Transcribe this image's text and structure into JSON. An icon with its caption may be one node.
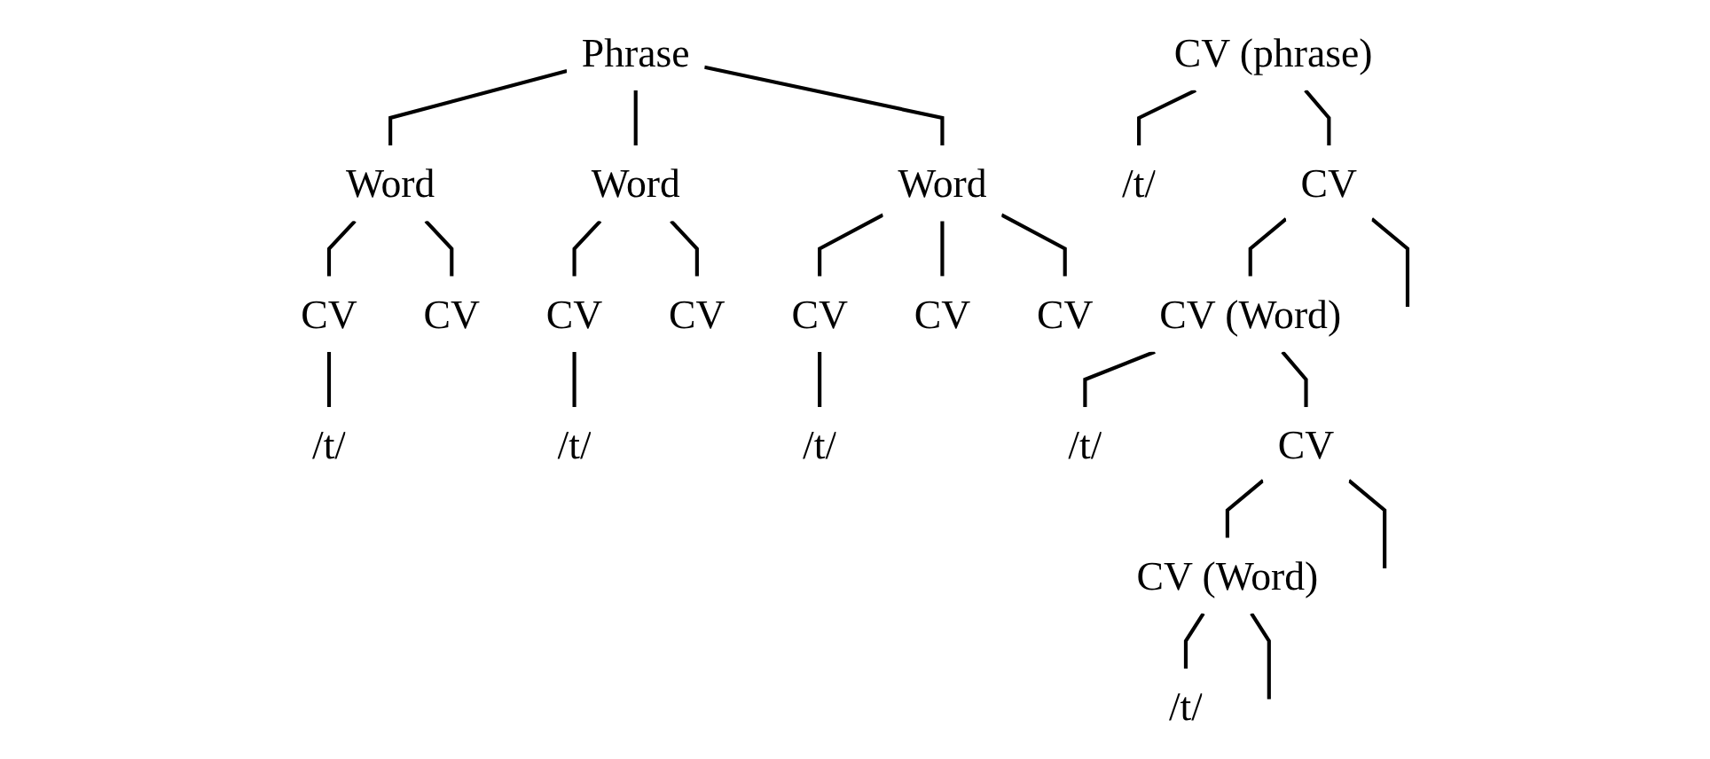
{
  "diagram": {
    "nodes": [
      {
        "text": [
          "Phrase"
        ]
      },
      {
        "text": [
          "Word"
        ]
      },
      {
        "text": [
          "Word"
        ]
      },
      {
        "text": [
          "Word"
        ]
      },
      {
        "text": [
          "CV"
        ]
      },
      {
        "text": [
          "CV"
        ]
      },
      {
        "text": [
          "CV"
        ]
      },
      {
        "text": [
          "CV"
        ]
      },
      {
        "text": [
          "CV"
        ]
      },
      {
        "text": [
          "CV"
        ]
      },
      {
        "text": [
          "CV"
        ]
      },
      {
        "text": [
          "/t/"
        ]
      },
      {
        "text": [
          "/t/"
        ]
      },
      {
        "text": [
          "/t/"
        ]
      },
      {
        "text": [
          "CV (phrase)"
        ]
      },
      {
        "text": [
          "/t/"
        ]
      },
      {
        "text": [
          "CV"
        ]
      },
      {
        "text": [
          "CV (Word)"
        ]
      },
      {
        "text": [
          "/t/"
        ]
      },
      {
        "text": [
          "CV"
        ]
      },
      {
        "text": [
          "CV (Word)"
        ]
      },
      {
        "text": [
          "/t/"
        ]
      }
    ],
    "edges": [
      {
        "from": 0,
        "to": 1,
        "arrow": "none"
      },
      {
        "from": 0,
        "to": 2,
        "arrow": "none"
      },
      {
        "from": 0,
        "to": 3,
        "arrow": "none"
      },
      {
        "from": 1,
        "to": 4,
        "arrow": "none"
      },
      {
        "from": 1,
        "to": 5,
        "arrow": "none"
      },
      {
        "from": 2,
        "to": 6,
        "arrow": "none"
      },
      {
        "from": 2,
        "to": 7,
        "arrow": "none"
      },
      {
        "from": 3,
        "to": 8,
        "arrow": "none"
      },
      {
        "from": 3,
        "to": 9,
        "arrow": "none"
      },
      {
        "from": 3,
        "to": 10,
        "arrow": "none"
      },
      {
        "from": 4,
        "to": 11,
        "arrow": "none"
      },
      {
        "from": 6,
        "to": 12,
        "arrow": "none"
      },
      {
        "from": 8,
        "to": 13,
        "arrow": "none"
      },
      {
        "from": 14,
        "to": 15,
        "arrow": "none"
      },
      {
        "from": 14,
        "to": 16,
        "arrow": "none"
      },
      {
        "from": 16,
        "to": null,
        "arrow": "none"
      },
      {
        "from": 16,
        "to": 17,
        "arrow": "none"
      },
      {
        "from": 17,
        "to": 18,
        "arrow": "none"
      },
      {
        "from": 17,
        "to": 19,
        "arrow": "none"
      },
      {
        "from": 19,
        "to": null,
        "arrow": "none"
      },
      {
        "from": 19,
        "to": 20,
        "arrow": "none"
      },
      {
        "from": 20,
        "to": 21,
        "arrow": "none"
      },
      {
        "from": 20,
        "to": null,
        "arrow": "none"
      }
    ]
  }
}
